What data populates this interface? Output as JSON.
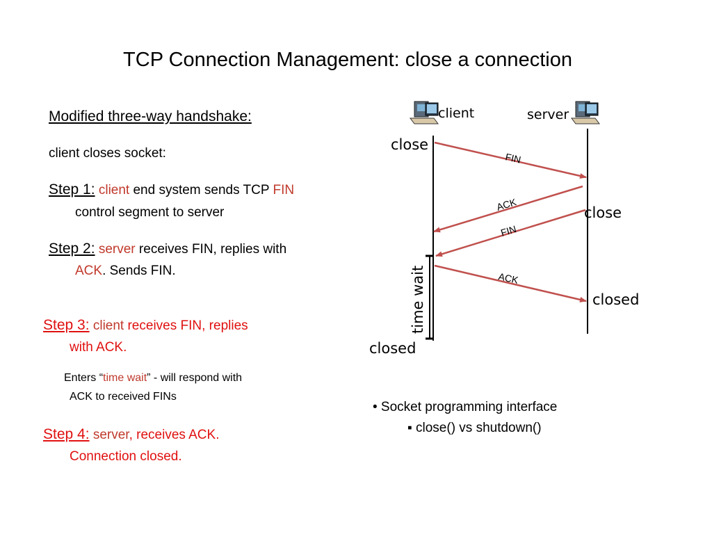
{
  "title": "TCP Connection Management: close a connection",
  "left": {
    "heading": "Modified three-way handshake:",
    "intro": "client closes socket:",
    "step1": {
      "label": "Step 1:",
      "actor": "client",
      "text_a": " end system sends TCP ",
      "fin": "FIN",
      "text_b": "control segment to server"
    },
    "step2": {
      "label": "Step 2:",
      "actor": "server",
      "text_a": " receives FIN, replies with",
      "ack": "ACK",
      "text_b": ". Sends FIN."
    },
    "step3": {
      "label": "Step 3:",
      "actor": "client",
      "text_a": " receives FIN, replies",
      "text_b": "with ACK."
    },
    "timewait": {
      "prefix": "Enters “",
      "highlight": "time wait",
      "suffix": "” - will respond with",
      "line2": "ACK to received FINs"
    },
    "step4": {
      "label": "Step 4:",
      "actor": "server",
      "text_a": ", receives ACK.",
      "text_b": "Connection closed."
    }
  },
  "diagram": {
    "client_label": "client",
    "server_label": "server",
    "client_close": "close",
    "server_close": "close",
    "server_closed": "closed",
    "client_closed": "closed",
    "time_wait": "time wait",
    "messages": [
      "FIN",
      "ACK",
      "FIN",
      "ACK"
    ],
    "arrow_color": "#c0504d"
  },
  "bullets": {
    "main": "• Socket programming interface",
    "sub": "▪ close() vs shutdown()"
  }
}
